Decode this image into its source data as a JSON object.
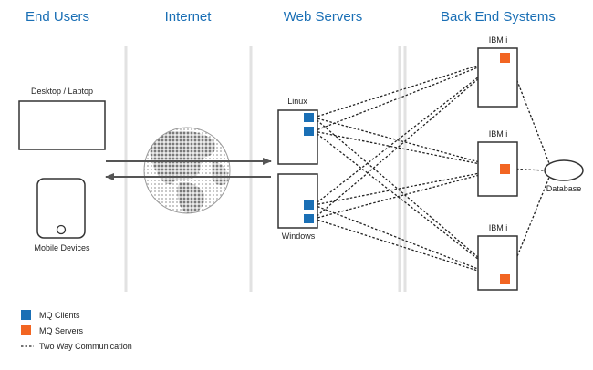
{
  "columns": {
    "end_users": "End Users",
    "internet": "Internet",
    "web_servers": "Web Servers",
    "back_end": "Back End Systems"
  },
  "devices": {
    "desktop": "Desktop / Laptop",
    "mobile": "Mobile Devices"
  },
  "servers": {
    "linux": "Linux",
    "windows": "Windows"
  },
  "backend": {
    "ibm1": "IBM i",
    "ibm2": "IBM i",
    "ibm3": "IBM i",
    "database": "Database"
  },
  "legend": {
    "mq_clients": "MQ Clients",
    "mq_servers": "MQ Servers",
    "two_way": "Two Way Communication"
  },
  "colors": {
    "title": "#1a6fb5",
    "mq_client": "#1a6fb5",
    "mq_server": "#f26522",
    "separator": "#e2e2e2",
    "globe": "#6f6f6f"
  }
}
